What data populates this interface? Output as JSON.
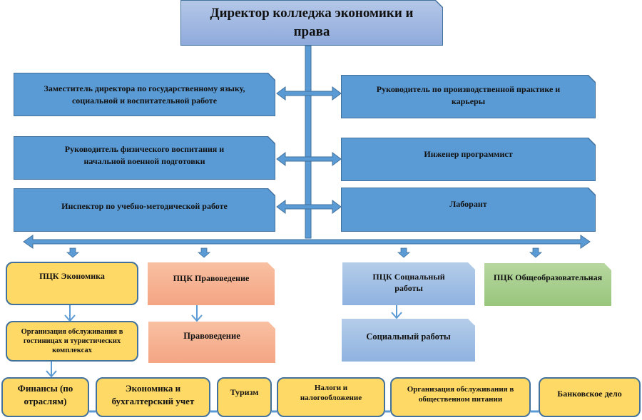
{
  "director": {
    "title": "Директор колледжа экономики и права"
  },
  "left_staff": [
    {
      "label": "Заместитель директора по государственному языку, социальной и воспитательной работе"
    },
    {
      "label": "Руководитель физического воспитания и начальной военной подготовки"
    },
    {
      "label": "Инспектор по учебно-методической работе"
    }
  ],
  "right_staff": [
    {
      "label": "Руководитель по производственной практике и карьеры"
    },
    {
      "label": "Инженер программист"
    },
    {
      "label": "Лаборант"
    }
  ],
  "departments": [
    {
      "label": "ПЦК Экономика",
      "color": "#ffd966"
    },
    {
      "label": "ПЦК Правоведение",
      "color": "#f4b183"
    },
    {
      "label": "ПЦК Социальный работы",
      "color": "#9dc3e6"
    },
    {
      "label": "ПЦК Общеобразовательная",
      "color": "#a9d18e"
    }
  ],
  "sub_units": {
    "economics": "Организация обслуживания в гостиницах и туристических комплексах",
    "law": "Правоведение",
    "social": "Социальный работы"
  },
  "specialties": [
    {
      "label": "Финансы (по отраслям)"
    },
    {
      "label": "Экономика и бухгалтерский учет"
    },
    {
      "label": "Туризм"
    },
    {
      "label": "Налоги и налогообложение"
    },
    {
      "label": "Организация обслуживания в общественном питании"
    },
    {
      "label": "Банковское дело"
    }
  ],
  "colors": {
    "connector": "#5b9bd5",
    "connector_border": "#41719c",
    "director_fill": "#a3b8e3",
    "staff_fill": "#5b9bd5"
  }
}
